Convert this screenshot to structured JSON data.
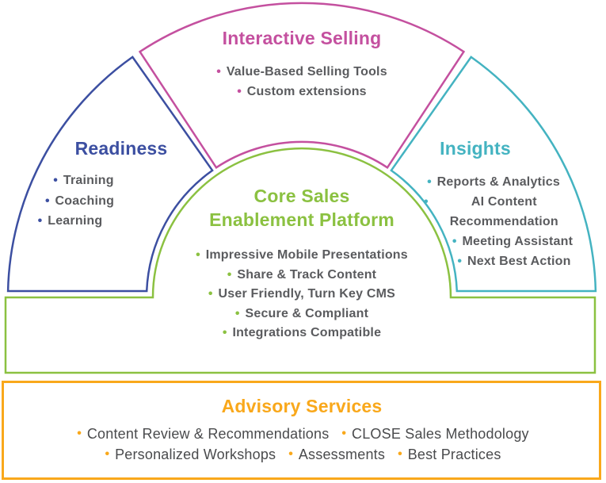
{
  "diagram": {
    "text_color": "#5a5b5e",
    "advisory_text_color": "#4a4b4d",
    "readiness": {
      "title": "Readiness",
      "color": "#3c4fa1",
      "items": [
        "Training",
        "Coaching",
        "Learning"
      ]
    },
    "interactive_selling": {
      "title": "Interactive Selling",
      "color": "#c4509f",
      "items": [
        "Value-Based Selling Tools",
        "Custom extensions"
      ]
    },
    "insights": {
      "title": "Insights",
      "color": "#44b3c1",
      "items": [
        "Reports & Analytics",
        "AI Content Recommendation",
        "Meeting Assistant",
        "Next Best Action"
      ]
    },
    "core": {
      "title": "Core Sales Enablement Platform",
      "title_lines": [
        "Core Sales",
        "Enablement Platform"
      ],
      "color": "#8bc141",
      "items": [
        "Impressive Mobile Presentations",
        "Share & Track Content",
        "User Friendly, Turn Key CMS",
        "Secure & Compliant",
        "Integrations Compatible"
      ]
    },
    "advisory": {
      "title": "Advisory Services",
      "color": "#f9a81b",
      "row1": [
        "Content Review & Recommendations",
        "CLOSE Sales Methodology"
      ],
      "row2": [
        "Personalized Workshops",
        "Assessments",
        "Best Practices"
      ]
    }
  }
}
